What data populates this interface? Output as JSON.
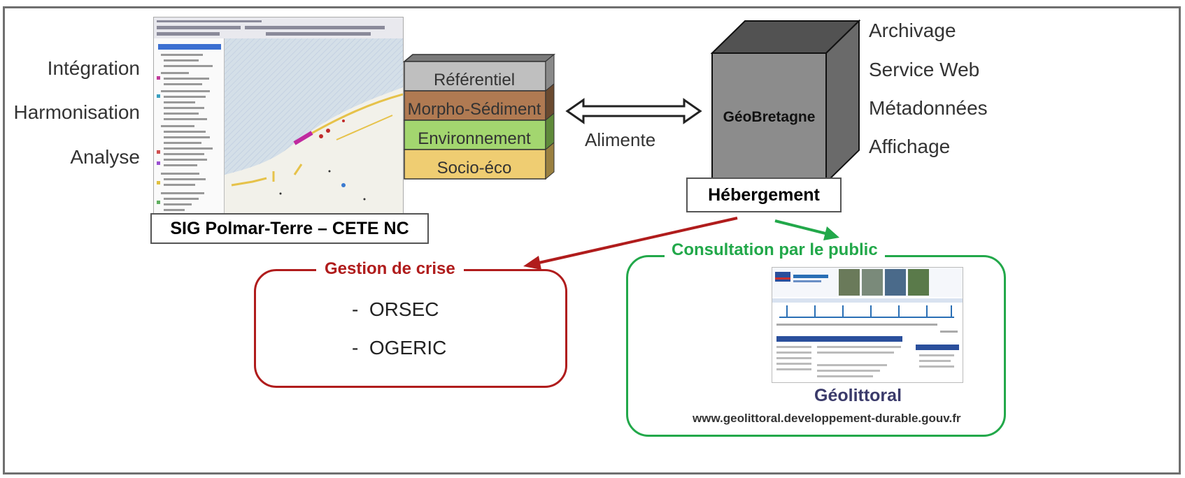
{
  "left_labels": [
    "Intégration",
    "Harmonisation",
    "Analyse"
  ],
  "sig_caption": "SIG Polmar-Terre – CETE NC",
  "layers": [
    "Référentiel",
    "Morpho-Sédiment",
    "Environnement",
    "Socio-éco"
  ],
  "layer_colors": [
    "#bfbfbf",
    "#b07a52",
    "#a3d66f",
    "#efcd72"
  ],
  "arrow_label": "Alimente",
  "cube_label": "GéoBretagne",
  "host_caption": "Hébergement",
  "services": [
    "Archivage",
    "Service Web",
    "Métadonnées",
    "Affichage"
  ],
  "crisis": {
    "title": "Gestion de crise",
    "items": [
      "ORSEC",
      "OGERIC"
    ],
    "color": "#b01c1c"
  },
  "public": {
    "title": "Consultation par le public",
    "site_name": "Géolittoral",
    "url": "www.geolittoral.developpement-durable.gouv.fr",
    "color": "#22a84a"
  }
}
